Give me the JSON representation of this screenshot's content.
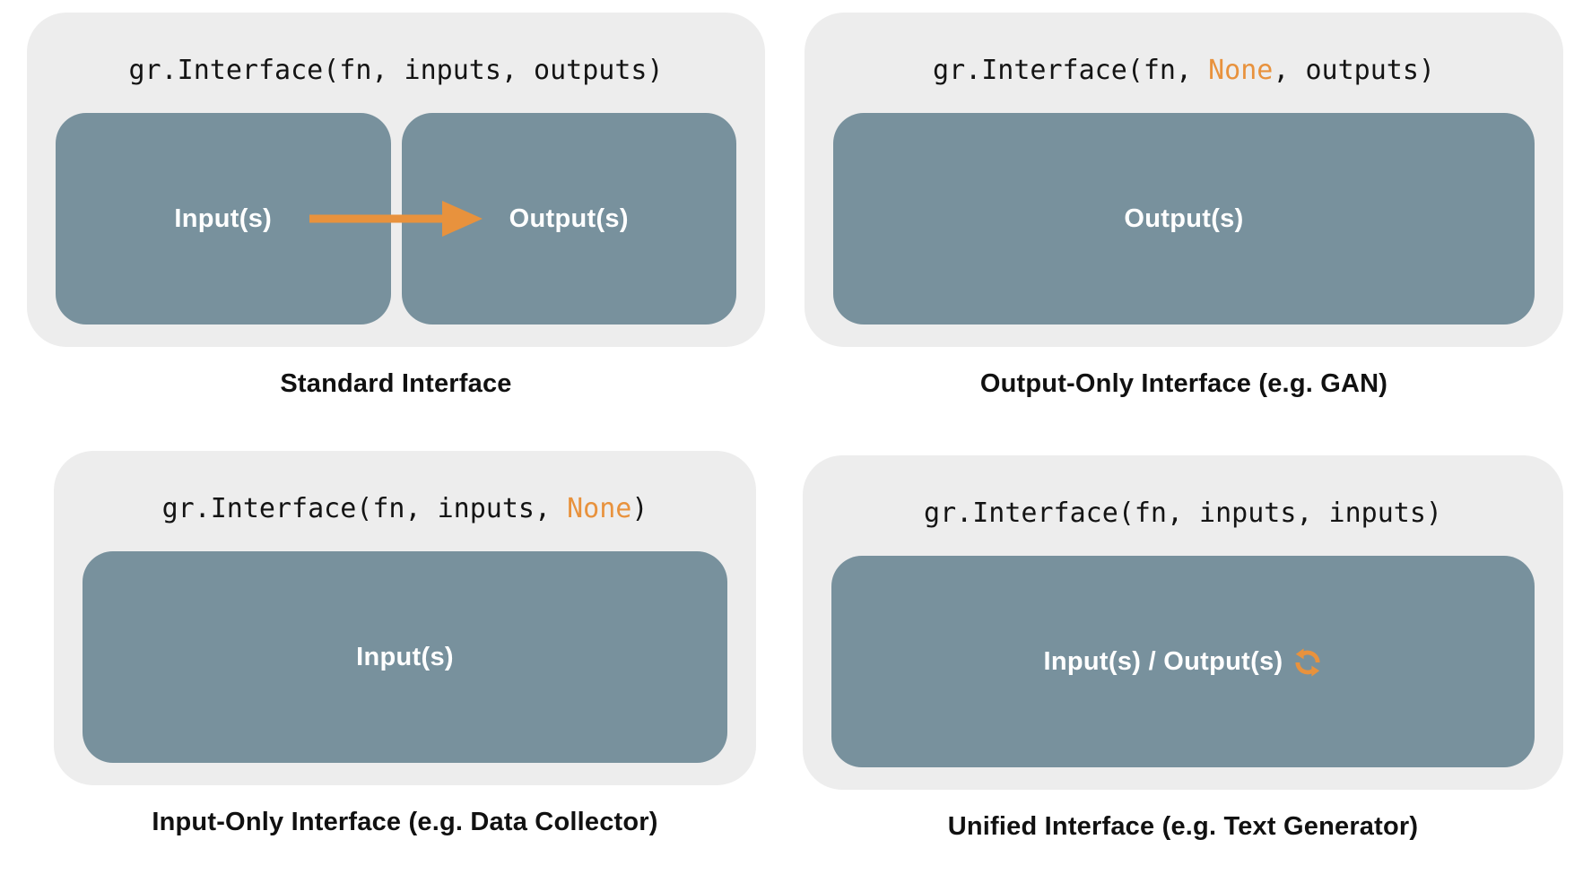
{
  "figure": {
    "colors": {
      "panel_bg": "#EDEDED",
      "box_fill": "#78919D",
      "accent_orange": "#E8923D",
      "code_text": "#141414",
      "box_label_text": "#FFFFFF",
      "caption_text": "#111111"
    },
    "icons": {
      "flow_arrow": "right-arrow",
      "unified_loop": "sync-loop"
    },
    "panels": {
      "standard": {
        "code_before": "gr.Interface(fn, inputs, outputs)",
        "code_highlight": "",
        "code_after": "",
        "input_box_label": "Input(s)",
        "output_box_label": "Output(s)",
        "caption": "Standard Interface"
      },
      "output_only": {
        "code_before": "gr.Interface(fn, ",
        "code_highlight": "None",
        "code_after": ", outputs)",
        "box_label": "Output(s)",
        "caption": "Output-Only Interface (e.g. GAN)"
      },
      "input_only": {
        "code_before": "gr.Interface(fn, inputs, ",
        "code_highlight": "None",
        "code_after": ")",
        "box_label": "Input(s)",
        "caption": "Input-Only Interface (e.g. Data Collector)"
      },
      "unified": {
        "code_before": "gr.Interface(fn, inputs, inputs)",
        "code_highlight": "",
        "code_after": "",
        "box_label": "Input(s) / Output(s)",
        "caption": "Unified Interface (e.g. Text Generator)"
      }
    }
  }
}
